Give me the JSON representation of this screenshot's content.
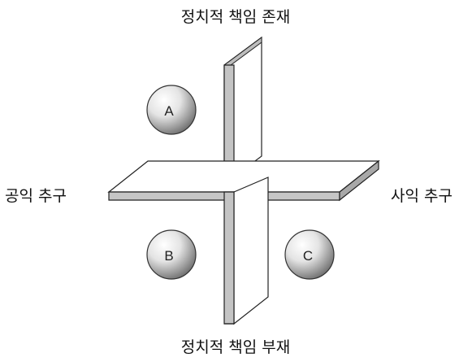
{
  "labels": {
    "top": "정치적 책임 존재",
    "bottom": "정치적 책임 부재",
    "left": "공익 추구",
    "right": "사익 추구"
  },
  "quadrants": {
    "upper_left": "A",
    "lower_left": "B",
    "lower_right": "C"
  }
}
